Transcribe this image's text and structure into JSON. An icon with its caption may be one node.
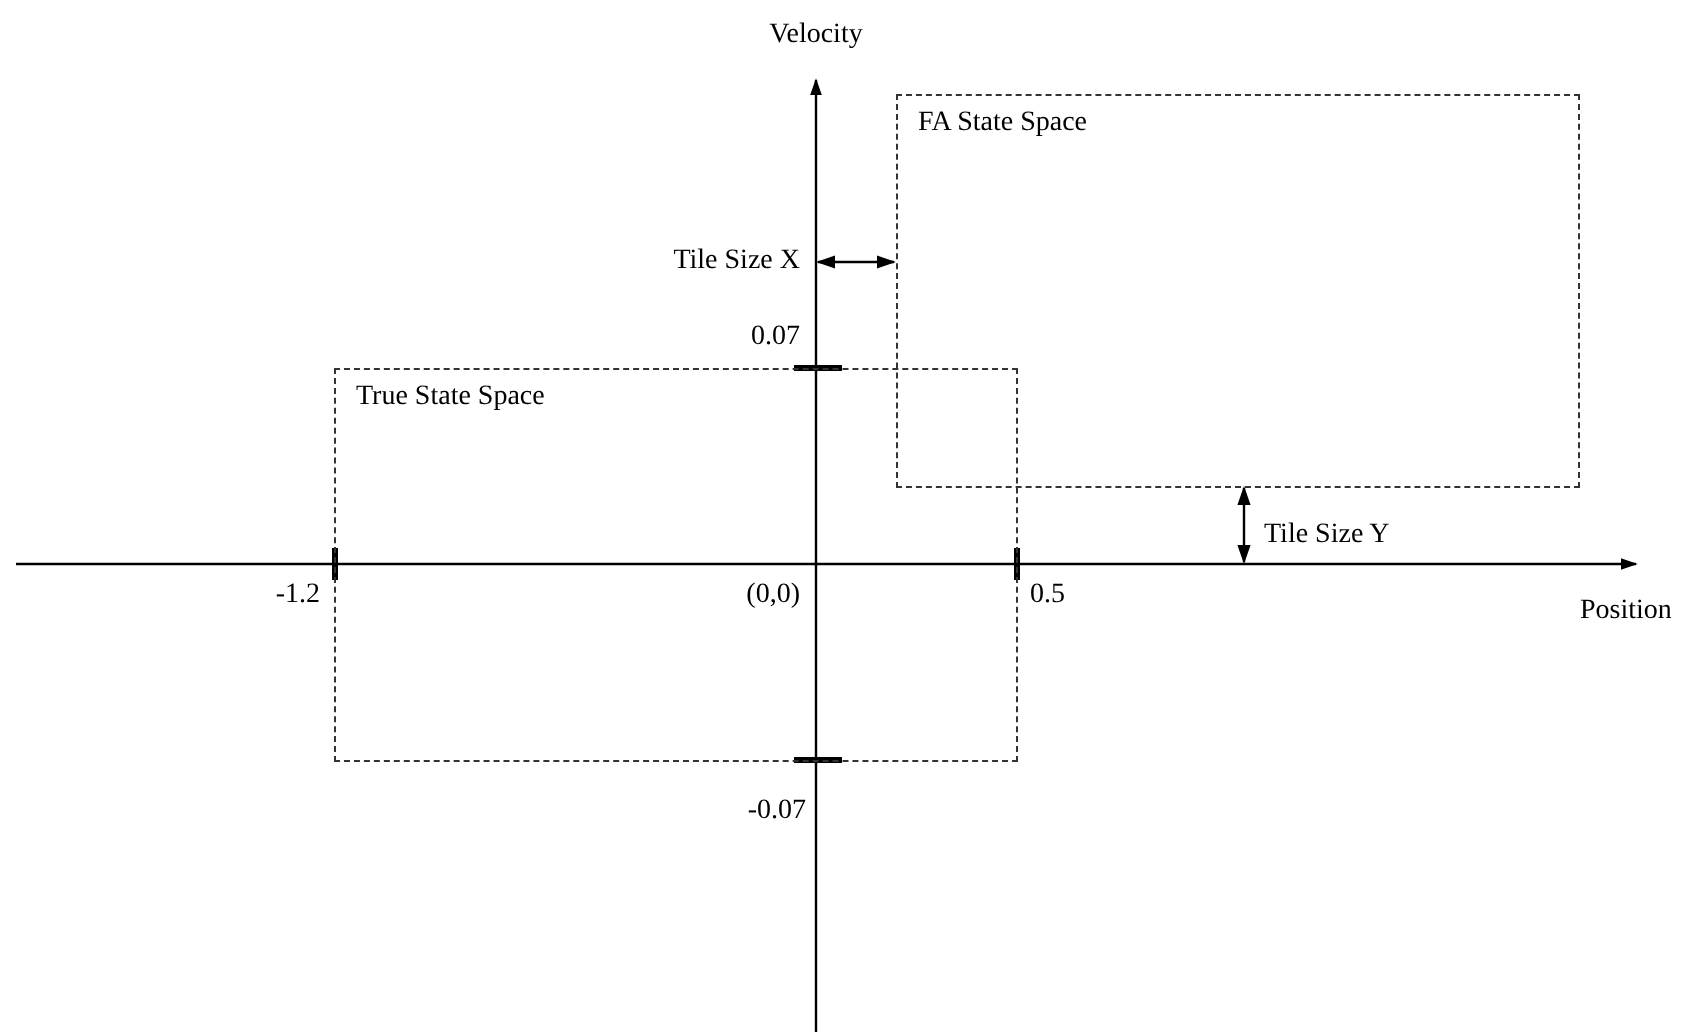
{
  "diagram": {
    "nodes": [
      {
        "text": [
          "FA State Space"
        ]
      },
      {
        "text": [
          "True State Space"
        ]
      }
    ],
    "edges": [],
    "labels": [
      "Velocity",
      "Tile Size X",
      "0.07",
      "Tile Size Y",
      "-1.2",
      "(0,0)",
      "0.5",
      "Position",
      "-0.07"
    ]
  }
}
